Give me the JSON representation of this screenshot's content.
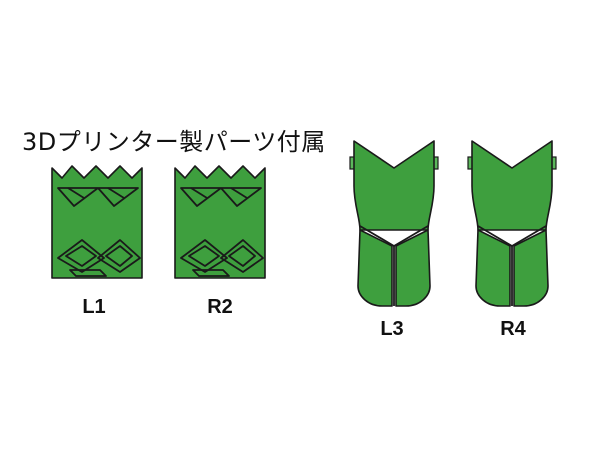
{
  "caption": "3Dプリンター製パーツ付属",
  "colors": {
    "part_fill": "#3e9f3e",
    "part_shade": "#2e7d2e",
    "outline": "#1a1a1a",
    "tab_fill": "#5cb85c",
    "background": "#ffffff"
  },
  "parts": [
    {
      "label": "L1",
      "shape": "block-with-diamonds"
    },
    {
      "label": "R2",
      "shape": "block-with-diamonds"
    },
    {
      "label": "L3",
      "shape": "shield-with-tabs"
    },
    {
      "label": "R4",
      "shape": "shield-with-tabs"
    }
  ]
}
